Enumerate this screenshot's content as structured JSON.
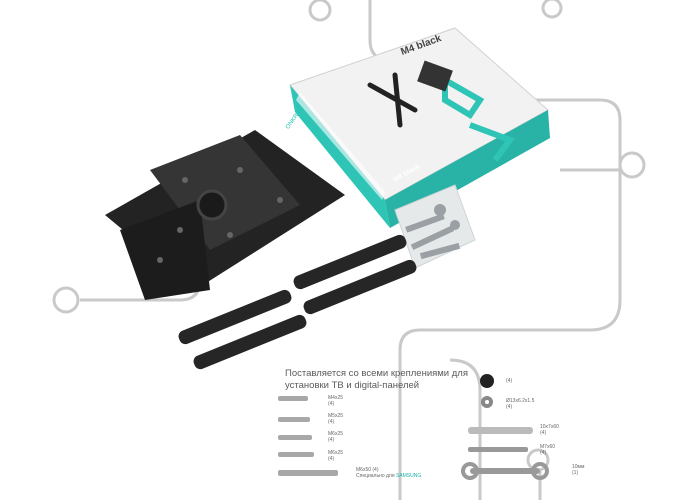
{
  "box": {
    "title": "M4 black",
    "brand": "ONKRON",
    "side_title": "M4 black"
  },
  "caption": {
    "line1": "Поставляется со всеми креплениями для",
    "line2": "установки ТВ и digital-панелей"
  },
  "screws": [
    {
      "size": "M4x25",
      "qty": "(4)"
    },
    {
      "size": "M5x25",
      "qty": "(4)"
    },
    {
      "size": "M6x25",
      "qty": "(4)"
    },
    {
      "size": "M6x25",
      "qty": "(4)"
    },
    {
      "size": "M6x50 (4)",
      "qty": "Специально для",
      "brand": "SAMSUNG"
    }
  ],
  "hardware": [
    {
      "label": "(4)"
    },
    {
      "label": "Ø13x6.2x1.5",
      "qty": "(4)"
    },
    {
      "label": "10x7x60",
      "qty": "(4)"
    },
    {
      "label": "M7x60",
      "qty": "(4)"
    },
    {
      "label": "10мм",
      "qty": "(1)"
    }
  ],
  "colors": {
    "teal": "#2ec4b6",
    "line": "#c9c9c9",
    "metal": "#2b2b2b"
  }
}
